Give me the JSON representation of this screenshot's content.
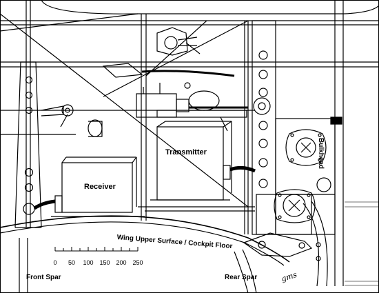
{
  "labels": {
    "receiver": "Receiver",
    "transmitter": "Transmitter",
    "bulkhead": "Bulkhead",
    "wing_surface": "Wing Upper Surface / Cockpit Floor",
    "front_spar": "Front Spar",
    "rear_spar": "Rear Spar"
  },
  "scale": {
    "ticks": [
      "0",
      "50",
      "100",
      "150",
      "200",
      "250"
    ]
  },
  "signature": "gms",
  "colors": {
    "line": "#000000",
    "background": "#ffffff",
    "hatch": "#444444"
  }
}
